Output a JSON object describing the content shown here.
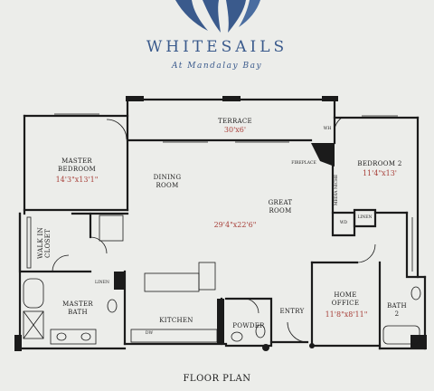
{
  "brand": {
    "name": "WHITESAILS",
    "tagline": "At Mandalay Bay",
    "logo_icon": "sails-logo-icon",
    "color": "#3a5a8c"
  },
  "rooms": {
    "terrace": {
      "label": "TERRACE",
      "dims": "30'x6'"
    },
    "master_bedroom": {
      "label_1": "MASTER",
      "label_2": "BEDROOM",
      "dims": "14'3\"x13'1\""
    },
    "dining_room": {
      "label_1": "DINING",
      "label_2": "ROOM"
    },
    "great_room": {
      "label_1": "GREAT",
      "label_2": "ROOM",
      "dims": "29'4\"x22'6\""
    },
    "bedroom_2": {
      "label": "BEDROOM 2",
      "dims": "11'4\"x13'"
    },
    "walk_in_closet": {
      "label": "WALK IN CLOSET"
    },
    "master_bath": {
      "label_1": "MASTER",
      "label_2": "BATH"
    },
    "kitchen": {
      "label": "KITCHEN"
    },
    "powder": {
      "label": "POWDER"
    },
    "entry": {
      "label": "ENTRY"
    },
    "home_office": {
      "label_1": "HOME",
      "label_2": "OFFICE",
      "dims": "11'8\"x8'11\""
    },
    "bath_2": {
      "label_1": "BATH",
      "label_2": "2"
    }
  },
  "fixtures": {
    "wh": "WH",
    "fireplace": "FIREPLACE",
    "media_niche": "MEDIA NICHE",
    "wd": "WD",
    "linen_1": "LINEN",
    "linen_2": "LINEN",
    "dw": "DW"
  },
  "footer": {
    "title": "FLOOR PLAN"
  },
  "colors": {
    "dimension": "#a8403a",
    "wall": "#1b1b1b",
    "background": "#ecedea"
  }
}
